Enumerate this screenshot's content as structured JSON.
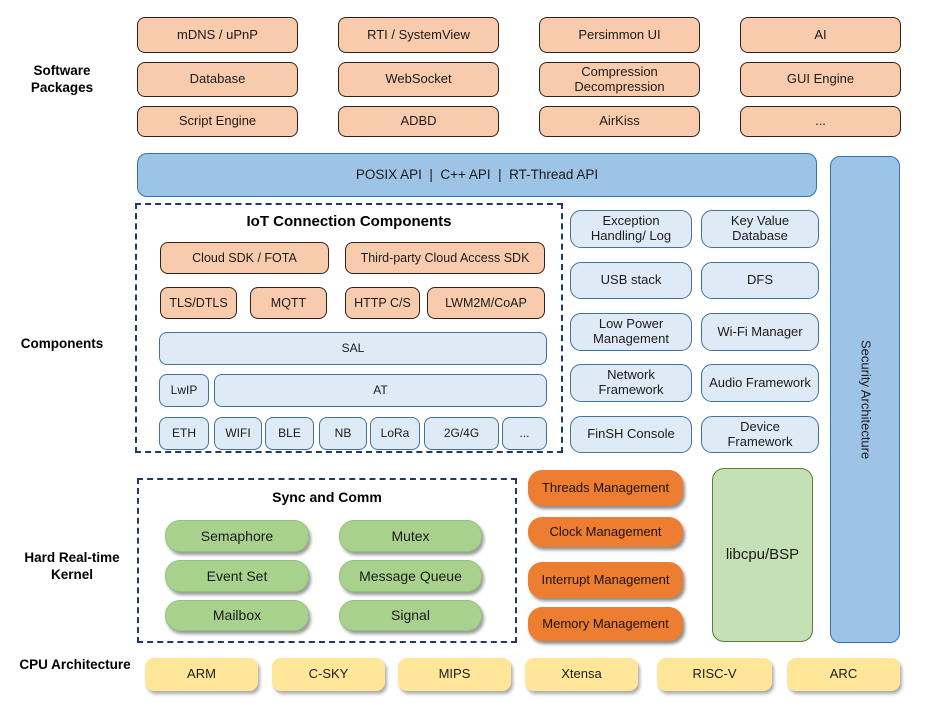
{
  "section_labels": {
    "software_packages": "Software Packages",
    "components": "Components",
    "kernel": "Hard Real-time Kernel",
    "cpu": "CPU Architecture"
  },
  "software_packages": {
    "row1": [
      "mDNS / uPnP",
      "RTI / SystemView",
      "Persimmon UI",
      "AI"
    ],
    "row2": [
      "Database",
      "WebSocket",
      "Compression Decompression",
      "GUI Engine"
    ],
    "row3": [
      "Script Engine",
      "ADBD",
      "AirKiss",
      "..."
    ]
  },
  "api_bar": {
    "label": "POSIX API  |  C++ API  |  RT-Thread API"
  },
  "security_bar": {
    "label": "Security Architecture"
  },
  "iot": {
    "title": "IoT Connection Components",
    "row1": [
      "Cloud SDK / FOTA",
      "Third-party Cloud Access SDK"
    ],
    "row2": [
      "TLS/DTLS",
      "MQTT",
      "HTTP C/S",
      "LWM2M/CoAP"
    ],
    "sal": "SAL",
    "lwip": "LwIP",
    "at": "AT",
    "links": [
      "ETH",
      "WIFI",
      "BLE",
      "NB",
      "LoRa",
      "2G/4G",
      "..."
    ]
  },
  "components_right": {
    "col1": [
      "Exception Handling/ Log",
      "USB stack",
      "Low Power Management",
      "Network Framework",
      "FinSH Console"
    ],
    "col2": [
      "Key Value Database",
      "DFS",
      "Wi-Fi Manager",
      "Audio Framework",
      "Device Framework"
    ]
  },
  "kernel": {
    "sync_title": "Sync and Comm",
    "sync_col1": [
      "Semaphore",
      "Event Set",
      "Mailbox"
    ],
    "sync_col2": [
      "Mutex",
      "Message Queue",
      "Signal"
    ],
    "management": [
      "Threads Management",
      "Clock Management",
      "Interrupt Management",
      "Memory Management"
    ],
    "libcpu": "libcpu/BSP"
  },
  "cpu_architectures": [
    "ARM",
    "C-SKY",
    "MIPS",
    "Xtensa",
    "RISC-V",
    "ARC"
  ],
  "colors": {
    "peach_fill": "#F8CBAD",
    "blue_fill": "#9DC3E6",
    "blue_border": "#2E75B6",
    "light_blue_fill": "#DEEBF7",
    "green_fill": "#A9D18E",
    "dark_orange_fill": "#ED7D31",
    "light_green_fill": "#C5E0B4",
    "yellow_fill": "#FFE699",
    "dashed_border": "#1F3864"
  }
}
